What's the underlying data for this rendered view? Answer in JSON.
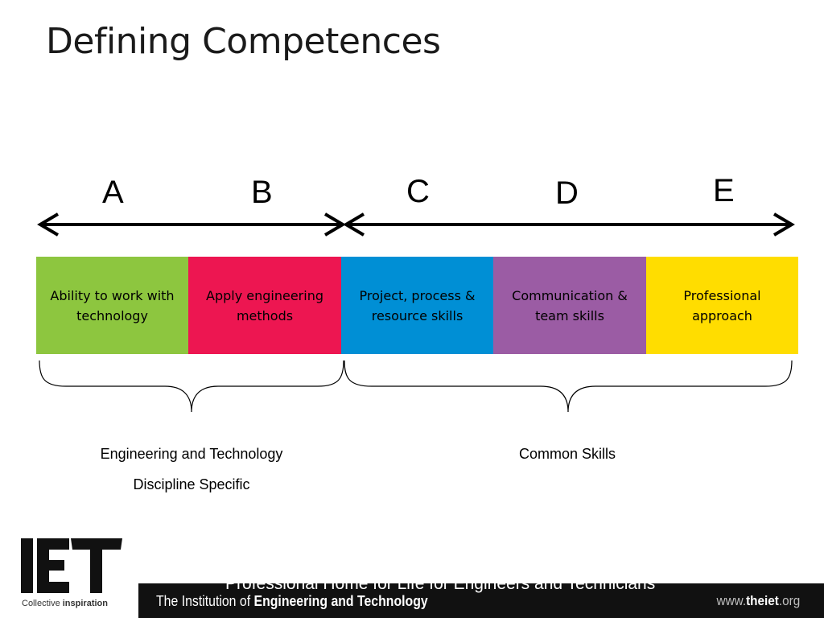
{
  "slide": {
    "title": "Defining Competences"
  },
  "diagram": {
    "letters": [
      "A",
      "B",
      "C",
      "D",
      "E"
    ],
    "boxes": [
      {
        "label": "Ability to work with technology",
        "color": "#8dc63f",
        "text_color": "#000000"
      },
      {
        "label": "Apply engineering methods",
        "color": "#ed1651",
        "text_color": "#000000"
      },
      {
        "label": "Project, process & resource skills",
        "color": "#008fd5",
        "text_color": "#000000"
      },
      {
        "label": "Communication & team skills",
        "color": "#9b5ca4",
        "text_color": "#000000"
      },
      {
        "label": "Professional approach",
        "color": "#ffdd00",
        "text_color": "#000000"
      }
    ],
    "groups": [
      {
        "line1": "Engineering and Technology",
        "line2": "Discipline Specific"
      },
      {
        "line1": "Common Skills"
      }
    ]
  },
  "footer": {
    "tagline": "Professional Home for Life for Engineers and Technicians",
    "institution_prefix": "The Institution of ",
    "institution_bold": "Engineering and Technology",
    "url_prefix": "www.",
    "url_bold": "theiet",
    "url_suffix": ".org",
    "logo_text": "IET",
    "collective_prefix": "Collective ",
    "collective_bold": "inspiration"
  }
}
